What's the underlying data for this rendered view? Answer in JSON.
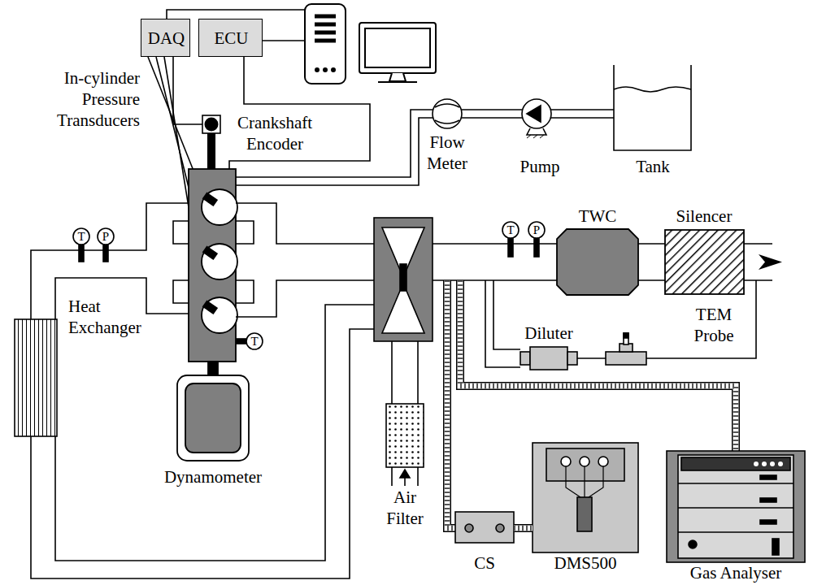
{
  "diagram": {
    "nodes": [
      {
        "text": [
          "DAQ"
        ]
      },
      {
        "text": [
          "ECU"
        ]
      },
      {
        "text": [
          "Crankshaft Encoder"
        ]
      },
      {
        "text": [
          "Flow Meter"
        ]
      },
      {
        "text": [
          "Pump"
        ]
      },
      {
        "text": [
          "Tank"
        ]
      },
      {
        "text": [
          "Heat Exchanger"
        ]
      },
      {
        "text": [
          "Dynamometer"
        ]
      },
      {
        "text": [
          "Air Filter"
        ]
      },
      {
        "text": [
          "TWC"
        ]
      },
      {
        "text": [
          "Silencer"
        ]
      },
      {
        "text": [
          "Diluter"
        ]
      },
      {
        "text": [
          "TEM Probe"
        ]
      },
      {
        "text": [
          "CS"
        ]
      },
      {
        "text": [
          "DMS500"
        ]
      },
      {
        "text": [
          "Gas Analyser"
        ]
      }
    ],
    "edges": [
      {
        "from": 0,
        "to": 2,
        "arrow": "none"
      },
      {
        "from": 5,
        "to": 4,
        "arrow": "none"
      },
      {
        "from": 4,
        "to": 3,
        "arrow": "none"
      },
      {
        "from": 9,
        "to": 10,
        "arrow": "none"
      },
      {
        "from": 11,
        "to": 12,
        "arrow": "none"
      },
      {
        "from": 13,
        "to": 14,
        "arrow": "none"
      }
    ],
    "labels": [
      "In-cylinder Pressure Transducers",
      "T",
      "P",
      "T",
      "P",
      "T"
    ]
  }
}
